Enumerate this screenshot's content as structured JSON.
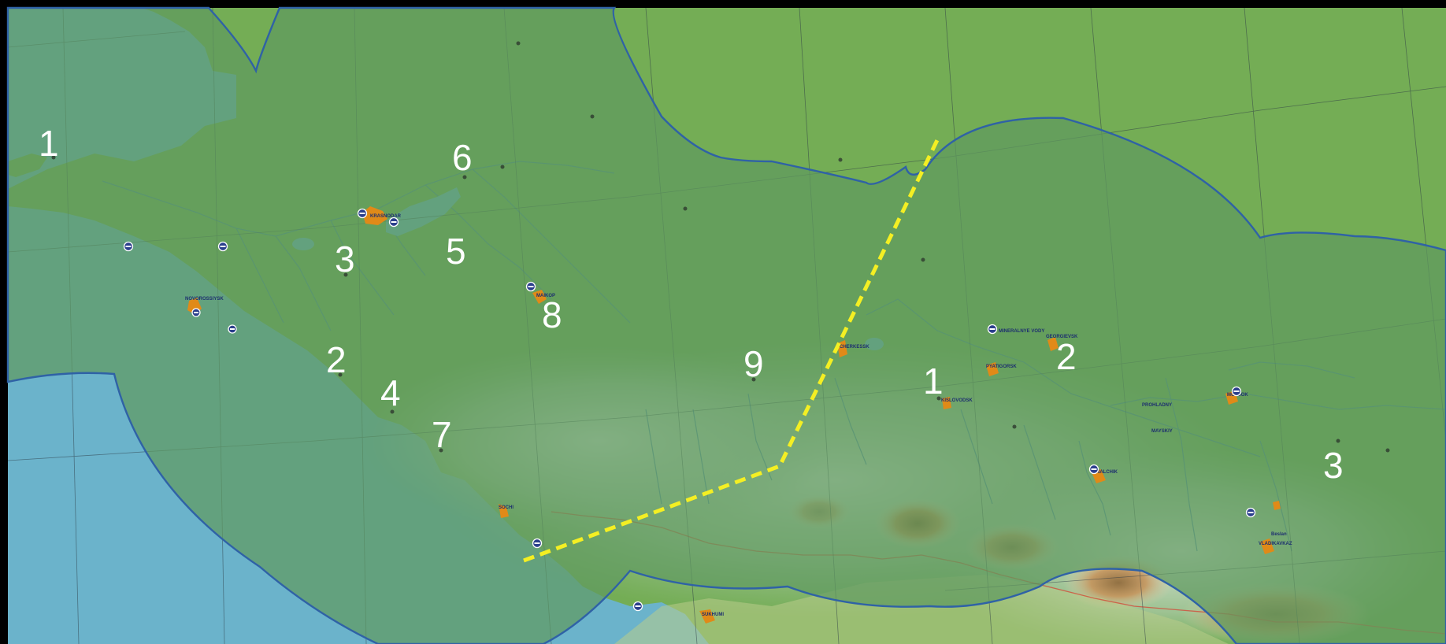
{
  "map": {
    "colors": {
      "sea": "#6bb3cb",
      "land_north": "#74ad55",
      "zone_fill": "#5f9a60",
      "zone_border": "#2f62a6",
      "divider": "#f4ef23",
      "mountain": "#cfdcd2",
      "city": "#e08a18",
      "river": "#3f7ca8"
    },
    "sector_numbers": [
      {
        "id": "w1",
        "label": "1"
      },
      {
        "id": "w2",
        "label": "2"
      },
      {
        "id": "w3",
        "label": "3"
      },
      {
        "id": "w4",
        "label": "4"
      },
      {
        "id": "w5",
        "label": "5"
      },
      {
        "id": "w6",
        "label": "6"
      },
      {
        "id": "w7",
        "label": "7"
      },
      {
        "id": "w8",
        "label": "8"
      },
      {
        "id": "w9",
        "label": "9"
      },
      {
        "id": "e1",
        "label": "1"
      },
      {
        "id": "e2",
        "label": "2"
      },
      {
        "id": "e3",
        "label": "3"
      }
    ],
    "cities": [
      {
        "id": "novorossiysk",
        "label": "NOVOROSSIYSK"
      },
      {
        "id": "krasnodar",
        "label": "KRASNODAR"
      },
      {
        "id": "maikop",
        "label": "MAIKOP"
      },
      {
        "id": "sochi",
        "label": "SOCHI"
      },
      {
        "id": "sukhumi",
        "label": "SUKHUMI"
      },
      {
        "id": "cherkessk",
        "label": "CHERKESSK"
      },
      {
        "id": "kislovodsk",
        "label": "KISLOVODSK"
      },
      {
        "id": "pyatigorsk",
        "label": "PYATIGORSK"
      },
      {
        "id": "mineralnye-vody",
        "label": "MINERALNYE VODY"
      },
      {
        "id": "georgievsk",
        "label": "GEORGIEVSK"
      },
      {
        "id": "prohladny",
        "label": "PROHLADNY"
      },
      {
        "id": "maysky",
        "label": "MAYSKIY"
      },
      {
        "id": "nalchik",
        "label": "NALCHIK"
      },
      {
        "id": "mozdok",
        "label": "MOZDOK"
      },
      {
        "id": "beslan",
        "label": "Beslan"
      },
      {
        "id": "vladikavkaz",
        "label": "VLADIKAVKAZ"
      }
    ]
  }
}
